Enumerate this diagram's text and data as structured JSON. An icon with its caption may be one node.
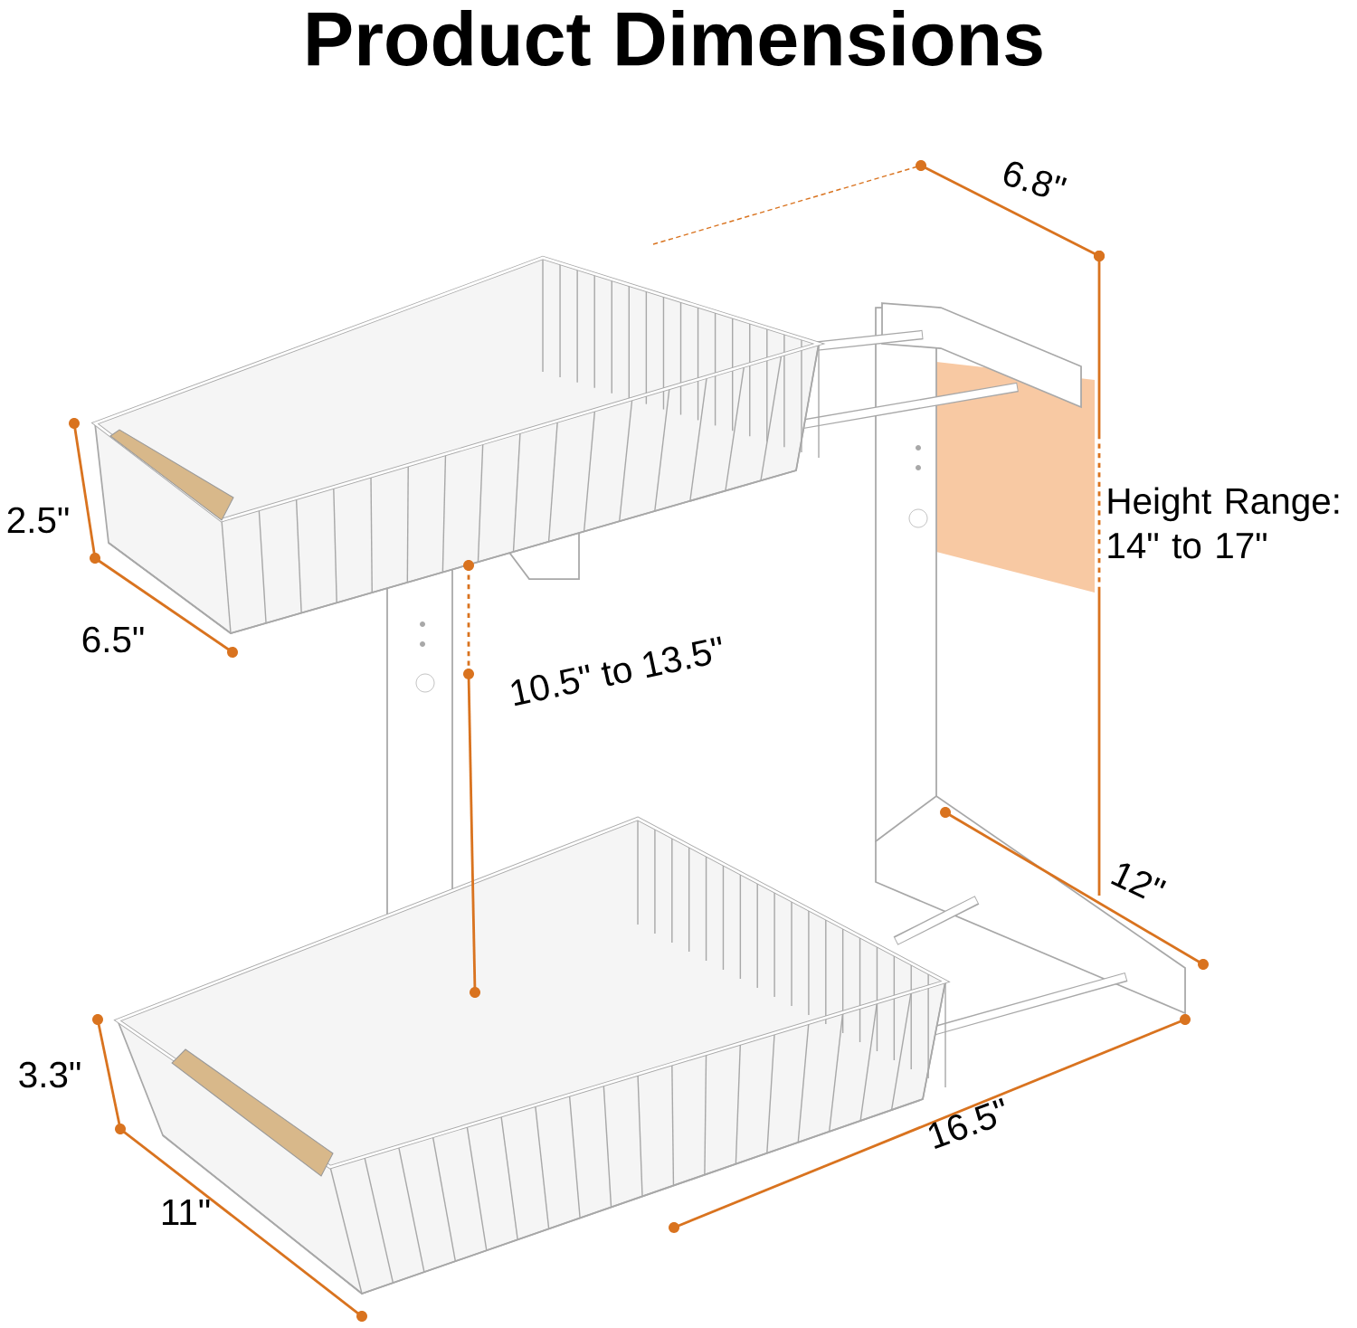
{
  "diagram": {
    "title": "Product Dimensions",
    "labels": [
      "6.8\"",
      "2.5\"",
      "Height Range: 14\" to 17\"",
      "6.5\"",
      "10.5\" to 13.5\"",
      "12\"",
      "3.3\"",
      "16.5\"",
      "11\""
    ]
  }
}
